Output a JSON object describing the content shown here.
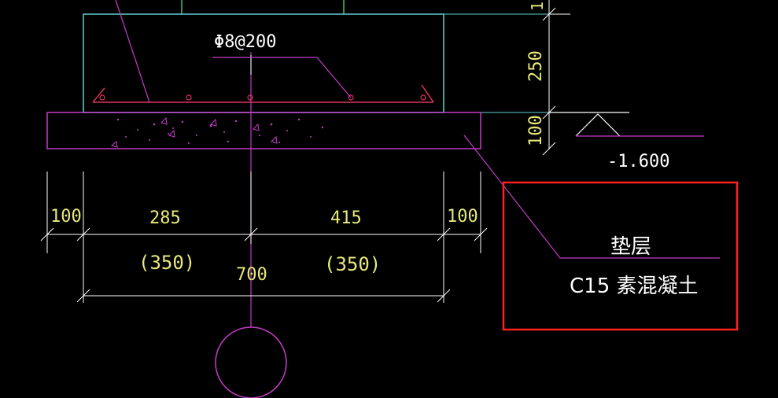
{
  "colors": {
    "background": "#000000",
    "concrete_outline": "#5fd0d0",
    "bedding_outline": "#c43cc8",
    "rebar": "#e0305a",
    "dimension_text": "#e8e87a",
    "dimension_line": "#ffffff",
    "label_text": "#ffffff",
    "highlight_box": "#ff2020",
    "top_lines": "#50c050"
  },
  "rebar_note": "Φ8@200",
  "elevation": "-1.600",
  "dims": {
    "right_upper": "1",
    "right_thickness": "250",
    "right_bedding": "100",
    "left_offset": "100",
    "seg_left": "285",
    "seg_right": "415",
    "right_offset": "100",
    "seg_left_alt": "(350)",
    "seg_right_alt": "(350)",
    "total": "700"
  },
  "callout": {
    "line1": "垫层",
    "line2": "C15 素混凝土"
  }
}
